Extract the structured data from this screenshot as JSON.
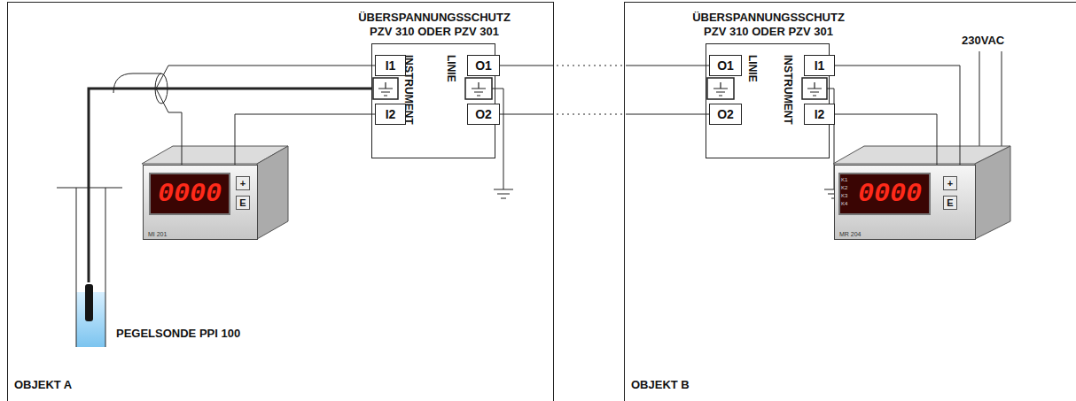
{
  "diagram": {
    "nodes": [
      {
        "text": [
          "OBJEKT A"
        ]
      },
      {
        "text": [
          "ÜBERSPANNUNGSSCHUTZ PZV 310 ODER PZV 301",
          "INSTRUMENT",
          "LINIE"
        ],
        "in": 0
      },
      {
        "text": [
          "I1"
        ],
        "in": 1
      },
      {
        "text": [
          "I2"
        ],
        "in": 1
      },
      {
        "text": [
          "O1"
        ],
        "in": 1
      },
      {
        "text": [
          "O2"
        ],
        "in": 1
      },
      {
        "text": [
          "0000",
          "+",
          "E",
          "MI 201"
        ],
        "in": 0
      },
      {
        "text": [
          "PEGELSONDE PPI 100"
        ],
        "in": 0
      },
      {
        "text": [
          "OBJEKT B"
        ]
      },
      {
        "text": [
          "ÜBERSPANNUNGSSCHUTZ PZV 310 ODER PZV 301",
          "LINIE",
          "INSTRUMENT"
        ],
        "in": 8
      },
      {
        "text": [
          "O1"
        ],
        "in": 9
      },
      {
        "text": [
          "O2"
        ],
        "in": 9
      },
      {
        "text": [
          "I1"
        ],
        "in": 9
      },
      {
        "text": [
          "I2"
        ],
        "in": 9
      },
      {
        "text": [
          "K1",
          "K2",
          "K3",
          "K4",
          "0000",
          "+",
          "E",
          "MR 204"
        ],
        "in": 8
      }
    ],
    "edges": [
      {
        "from": 7,
        "to": 2,
        "arrow": "none"
      },
      {
        "from": 7,
        "to": 6,
        "arrow": "none"
      },
      {
        "from": 7,
        "to": 1,
        "arrow": "none"
      },
      {
        "from": 3,
        "to": 6,
        "arrow": "none"
      },
      {
        "from": 4,
        "to": 10,
        "arrow": "none"
      },
      {
        "from": 5,
        "to": 11,
        "arrow": "none"
      },
      {
        "from": 12,
        "to": 14,
        "arrow": "none"
      },
      {
        "from": 13,
        "to": 14,
        "arrow": "none"
      }
    ],
    "labels": [
      "230VAC"
    ]
  }
}
